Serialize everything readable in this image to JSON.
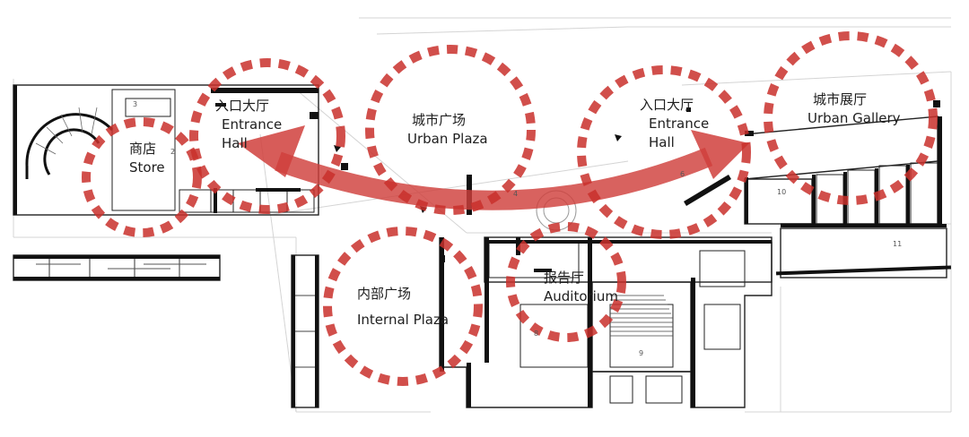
{
  "zones": [
    {
      "id": "store",
      "zh": "商店",
      "en": "Store"
    },
    {
      "id": "entrance-hall-west",
      "zh": "入口大厅",
      "en": "Entrance",
      "en2": "Hall"
    },
    {
      "id": "urban-plaza",
      "zh": "城市广场",
      "en": "Urban Plaza"
    },
    {
      "id": "entrance-hall-east",
      "zh": "入口大厅",
      "en": "Entrance",
      "en2": "Hall"
    },
    {
      "id": "urban-gallery",
      "zh": "城市展厅",
      "en": "Urban Gallery"
    },
    {
      "id": "internal-plaza",
      "zh": "内部广场",
      "en": "Internal Plaza"
    },
    {
      "id": "auditorium",
      "zh": "报告厅",
      "en": "Auditorium"
    }
  ],
  "room_numbers": [
    "3",
    "2",
    "4",
    "6",
    "8",
    "9",
    "10",
    "11"
  ],
  "colors": {
    "circle": "#c9302c",
    "arrow": "#d0403c",
    "wall": "#111111",
    "line": "#9a9a9a"
  }
}
